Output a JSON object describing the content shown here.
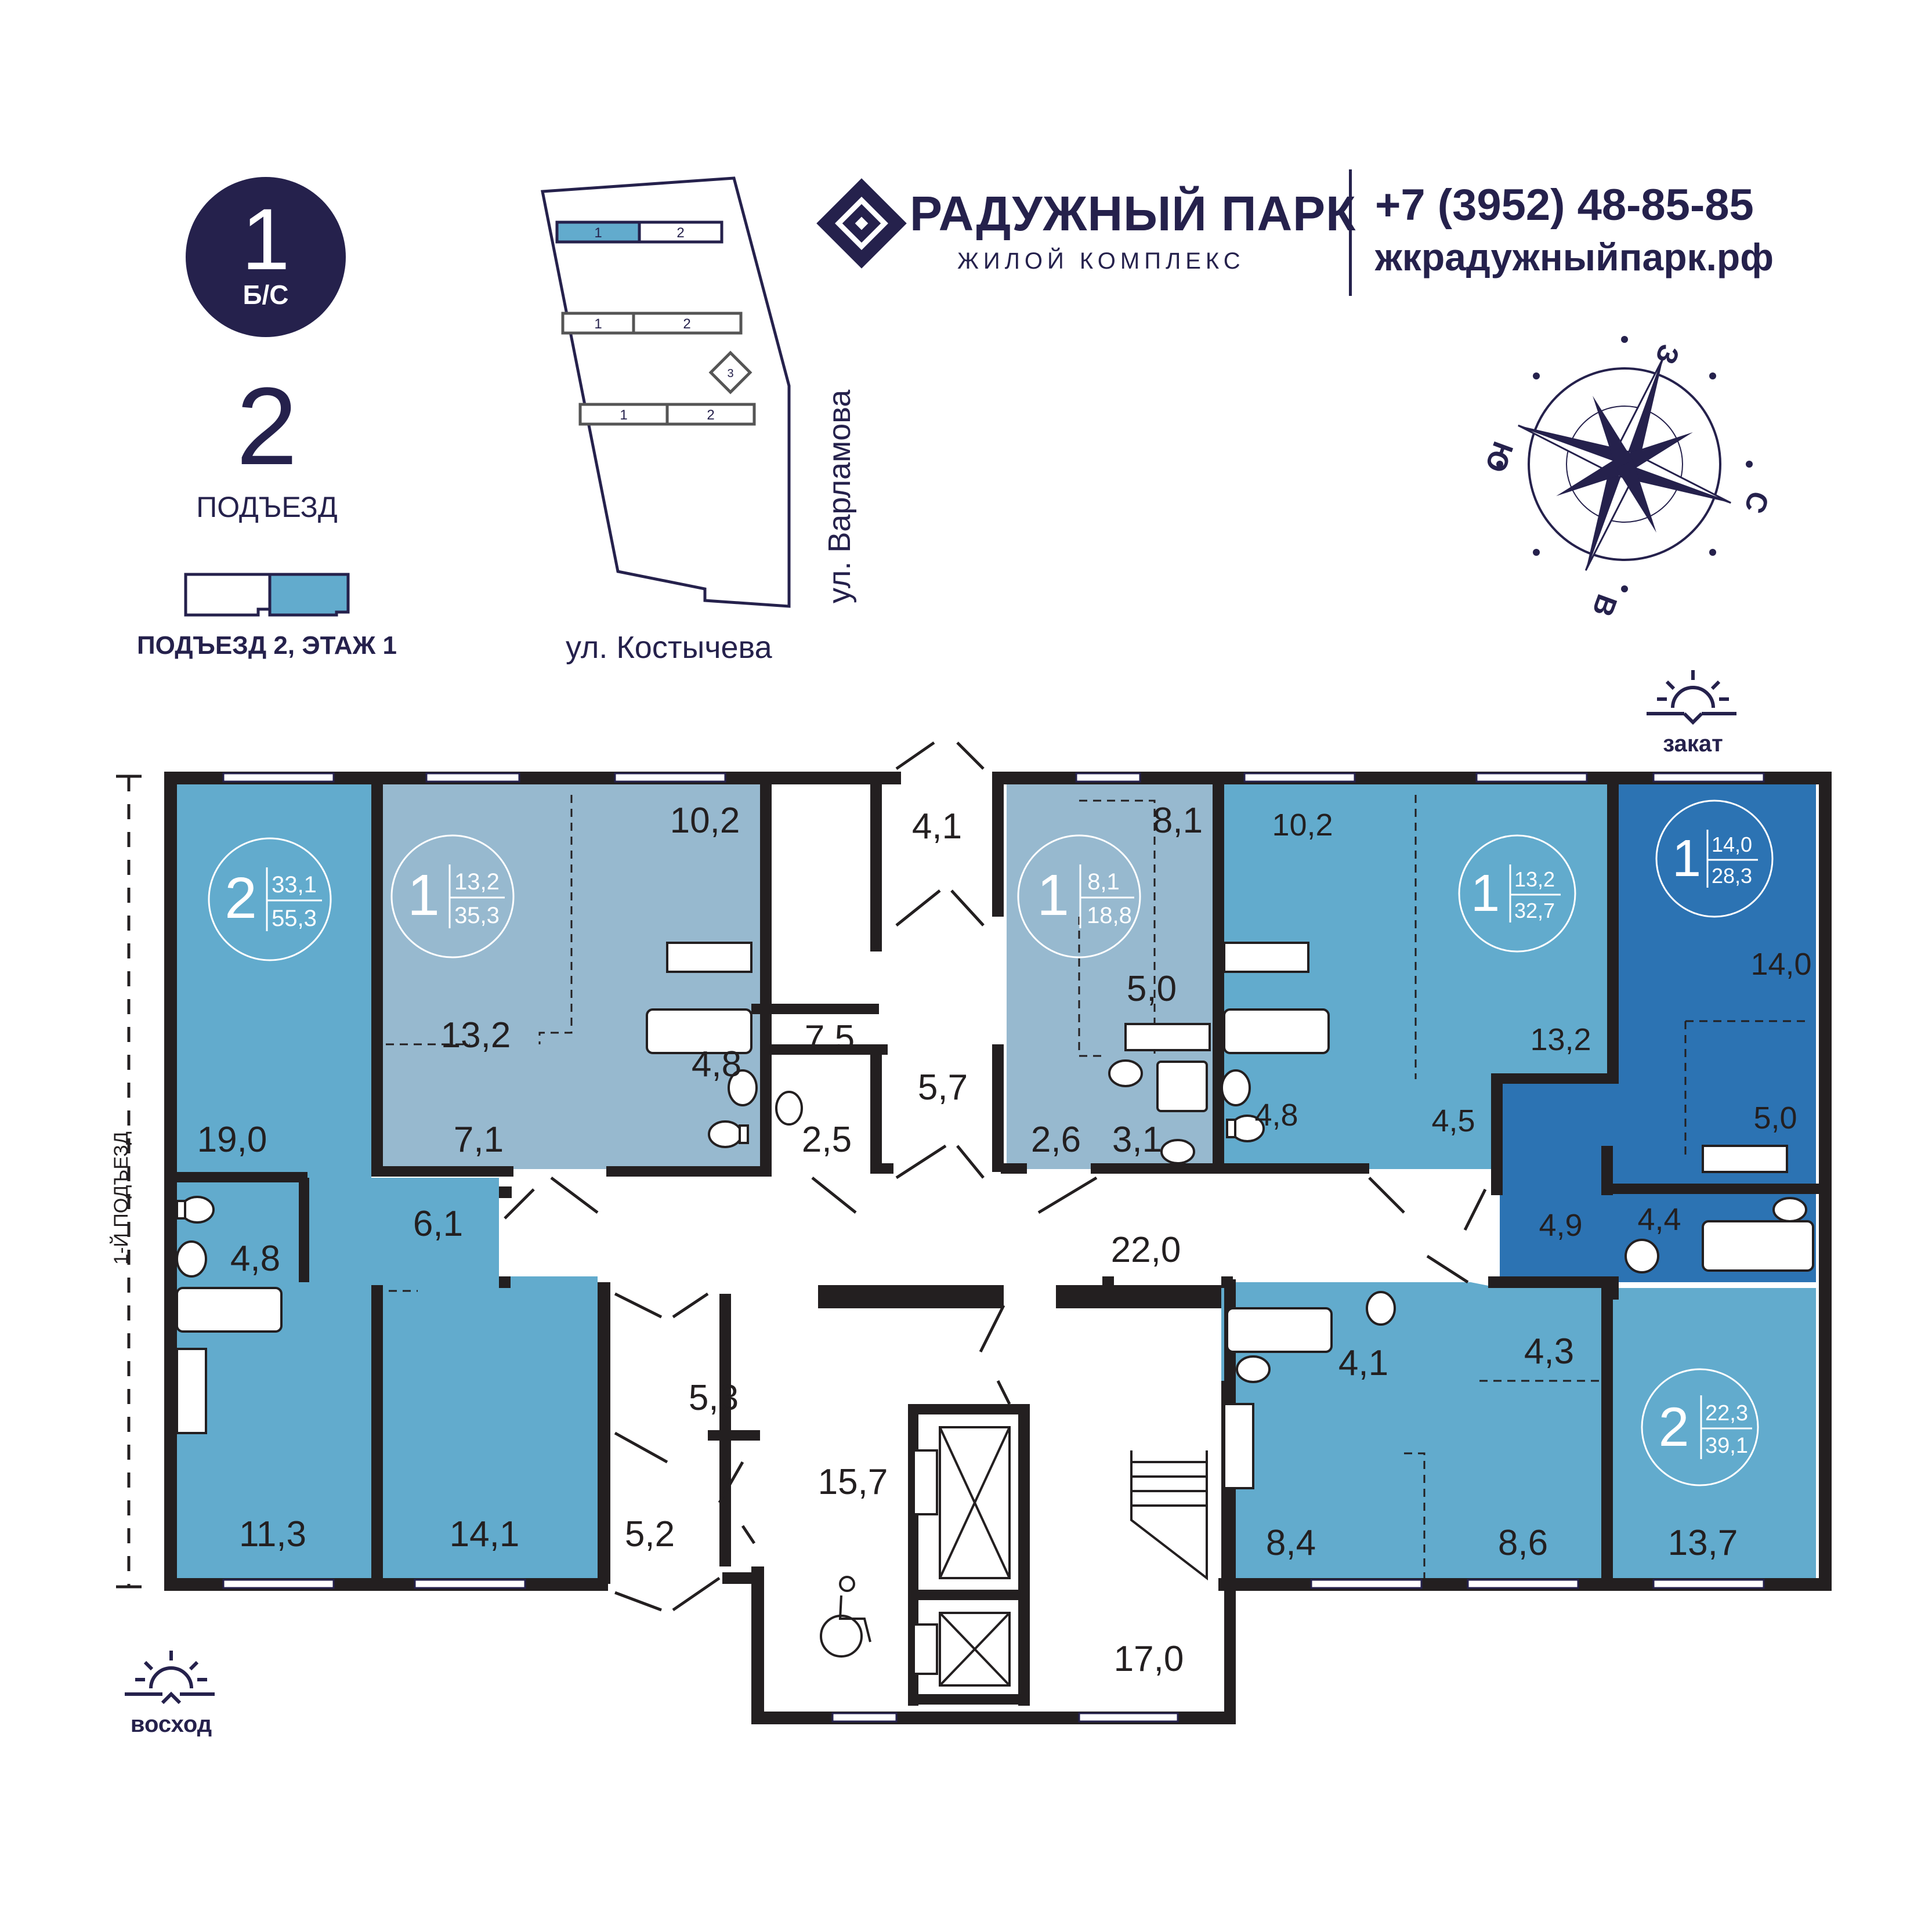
{
  "header": {
    "badge": {
      "number": "1",
      "sub": "Б/С"
    },
    "entrance": {
      "number": "2",
      "label": "ПОДЪЕЗД"
    },
    "legend_caption": "ПОДЪЕЗД 2, ЭТАЖ 1",
    "brand": {
      "name": "РАДУЖНЫЙ ПАРК",
      "subtitle": "ЖИЛОЙ КОМПЛЕКС"
    },
    "contact": {
      "phone": "+7 (3952) 48-85-85",
      "site": "жкрадужныйпарк.рф"
    },
    "site_map": {
      "street_right": "ул. Варламова",
      "street_bottom": "ул. Костычева",
      "building_markers": [
        "1",
        "2",
        "1",
        "2",
        "3",
        "1",
        "2"
      ]
    },
    "compass": {
      "n": "С",
      "s": "Ю",
      "e": "В",
      "w": "З"
    }
  },
  "colors": {
    "brand": "#25214c",
    "apt_light": "#62abcd",
    "apt_gray": "#97b9cf",
    "apt_dark": "#2c73b3",
    "wall": "#231f20"
  },
  "labels": {
    "sunset": "закат",
    "sunrise": "восход",
    "first_entrance": "1-Й ПОДЪЕЗД"
  },
  "apartments": [
    {
      "rooms": "2",
      "living": "33,1",
      "total": "55,3"
    },
    {
      "rooms": "1",
      "living": "13,2",
      "total": "35,3"
    },
    {
      "rooms": "1",
      "living": "8,1",
      "total": "18,8"
    },
    {
      "rooms": "1",
      "living": "13,2",
      "total": "32,7"
    },
    {
      "rooms": "1",
      "living": "14,0",
      "total": "28,3"
    },
    {
      "rooms": "2",
      "living": "22,3",
      "total": "39,1"
    }
  ],
  "areas": {
    "a1_bed": "19,0",
    "a1_bath": "4,8",
    "a1_hall": "6,1",
    "a1_kitchen": "11,3",
    "a1_room2": "14,1",
    "a2_kitchen": "10,2",
    "a2_living": "13,2",
    "a2_hall": "7,1",
    "a2_bath": "4,8",
    "core_top": "4,1",
    "core_75": "7,5",
    "core_57": "5,7",
    "core_25": "2,5",
    "corridor": "22,0",
    "a3_81": "8,1",
    "a3_50": "5,0",
    "a3_26": "2,6",
    "a3_31": "3,1",
    "a4_kitchen": "10,2",
    "a4_living": "13,2",
    "a4_bath": "4,8",
    "a4_hall": "4,5",
    "a5_living": "14,0",
    "a5_kitchen": "5,0",
    "a5_bath": "4,4",
    "a5_hall": "4,9",
    "a6_bath": "4,1",
    "a6_hall": "4,3",
    "a6_84": "8,4",
    "a6_86": "8,6",
    "a6_137": "13,7",
    "st_53": "5,3",
    "st_52": "5,2",
    "lift_hall": "15,7",
    "stair": "17,0"
  }
}
